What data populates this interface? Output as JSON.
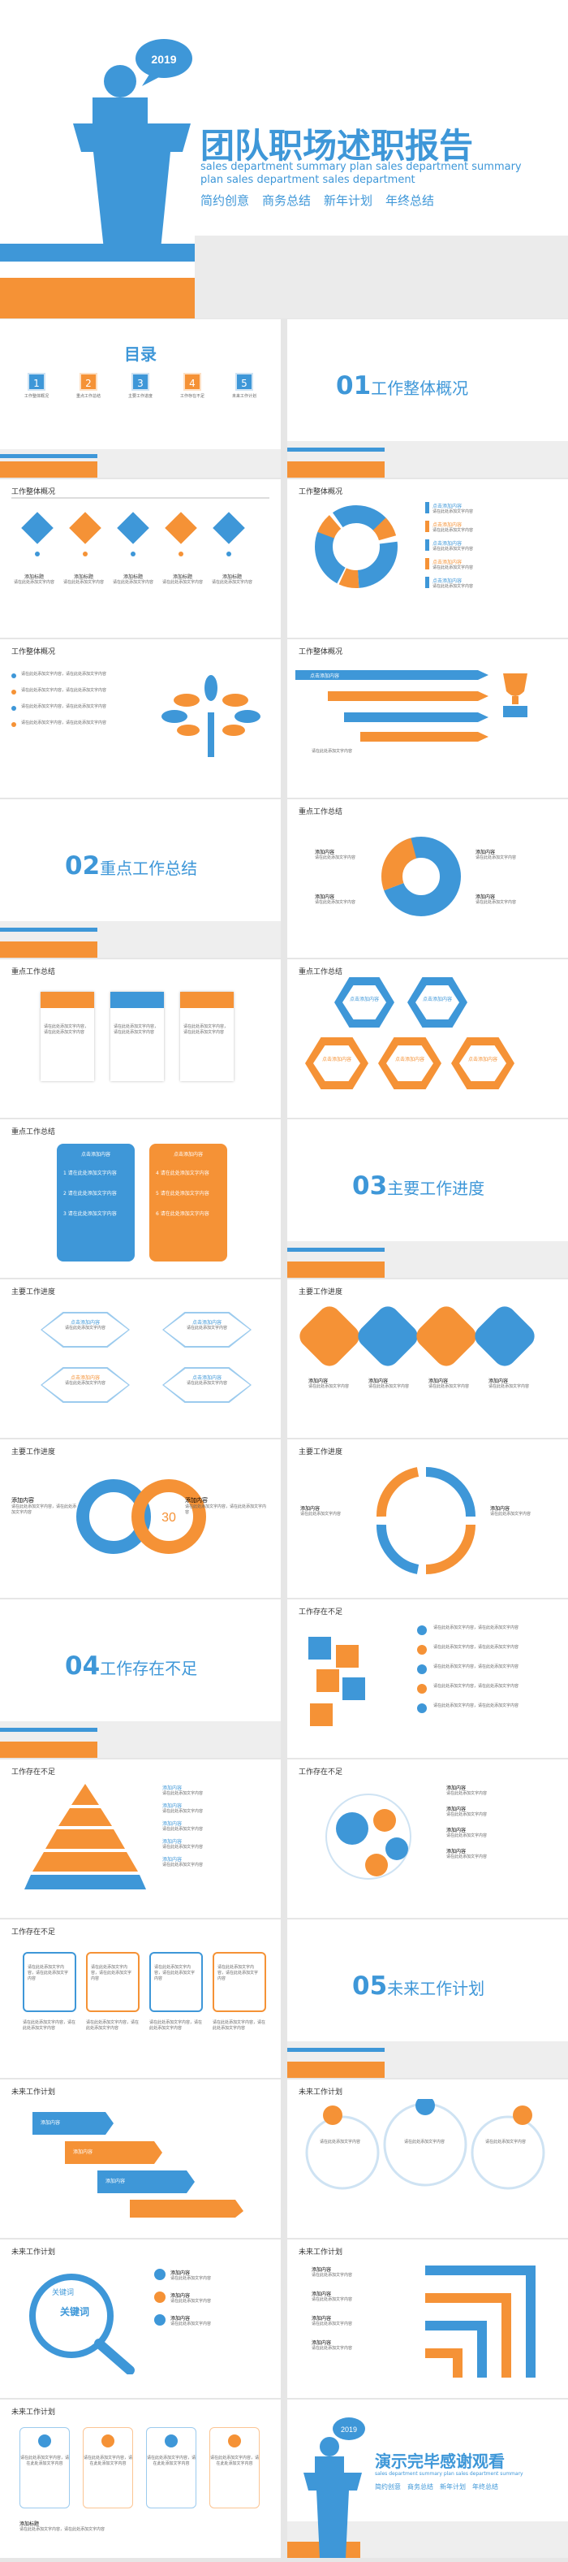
{
  "colors": {
    "primary": "#3e97d8",
    "accent": "#f59236",
    "gray": "#e6e6e6"
  },
  "cover": {
    "year": "2019",
    "title": "团队职场述职报告",
    "subtitle_en_1": "sales department summary plan sales department summary",
    "subtitle_en_2": "plan sales department sales department",
    "tags": [
      "简约创意",
      "商务总结",
      "新年计划",
      "年终总结"
    ]
  },
  "toc": {
    "title": "目录",
    "items": [
      {
        "num": "1",
        "label": "工作整体概况"
      },
      {
        "num": "2",
        "label": "重点工作总结"
      },
      {
        "num": "3",
        "label": "主要工作进度"
      },
      {
        "num": "4",
        "label": "工作存在不足"
      },
      {
        "num": "5",
        "label": "未来工作计划"
      }
    ]
  },
  "sections": [
    {
      "num": "01",
      "title": "工作整体概况"
    },
    {
      "num": "02",
      "title": "重点工作总结"
    },
    {
      "num": "03",
      "title": "主要工作进度"
    },
    {
      "num": "04",
      "title": "工作存在不足"
    },
    {
      "num": "05",
      "title": "未来工作计划"
    }
  ],
  "slide_titles": {
    "overview": "工作整体概况",
    "key": "重点工作总结",
    "progress": "主要工作进度",
    "gaps": "工作存在不足",
    "future": "未来工作计划"
  },
  "text": {
    "add_title": "添加标题",
    "click_add": "点击添加内容",
    "add_content": "添加内容",
    "body": "请在此处添加文字内容",
    "keyword": "关键词",
    "thirty": "30",
    "body_long": "请在此处添加文字内容，请在此处添加文字内容",
    "trophy": "trophy-icon"
  },
  "ending": {
    "year": "2019",
    "title": "演示完毕感谢观看",
    "subtitle_en": "sales department summary plan sales department summary",
    "tags": [
      "简约创意",
      "商务总结",
      "新年计划",
      "年终总结"
    ]
  }
}
